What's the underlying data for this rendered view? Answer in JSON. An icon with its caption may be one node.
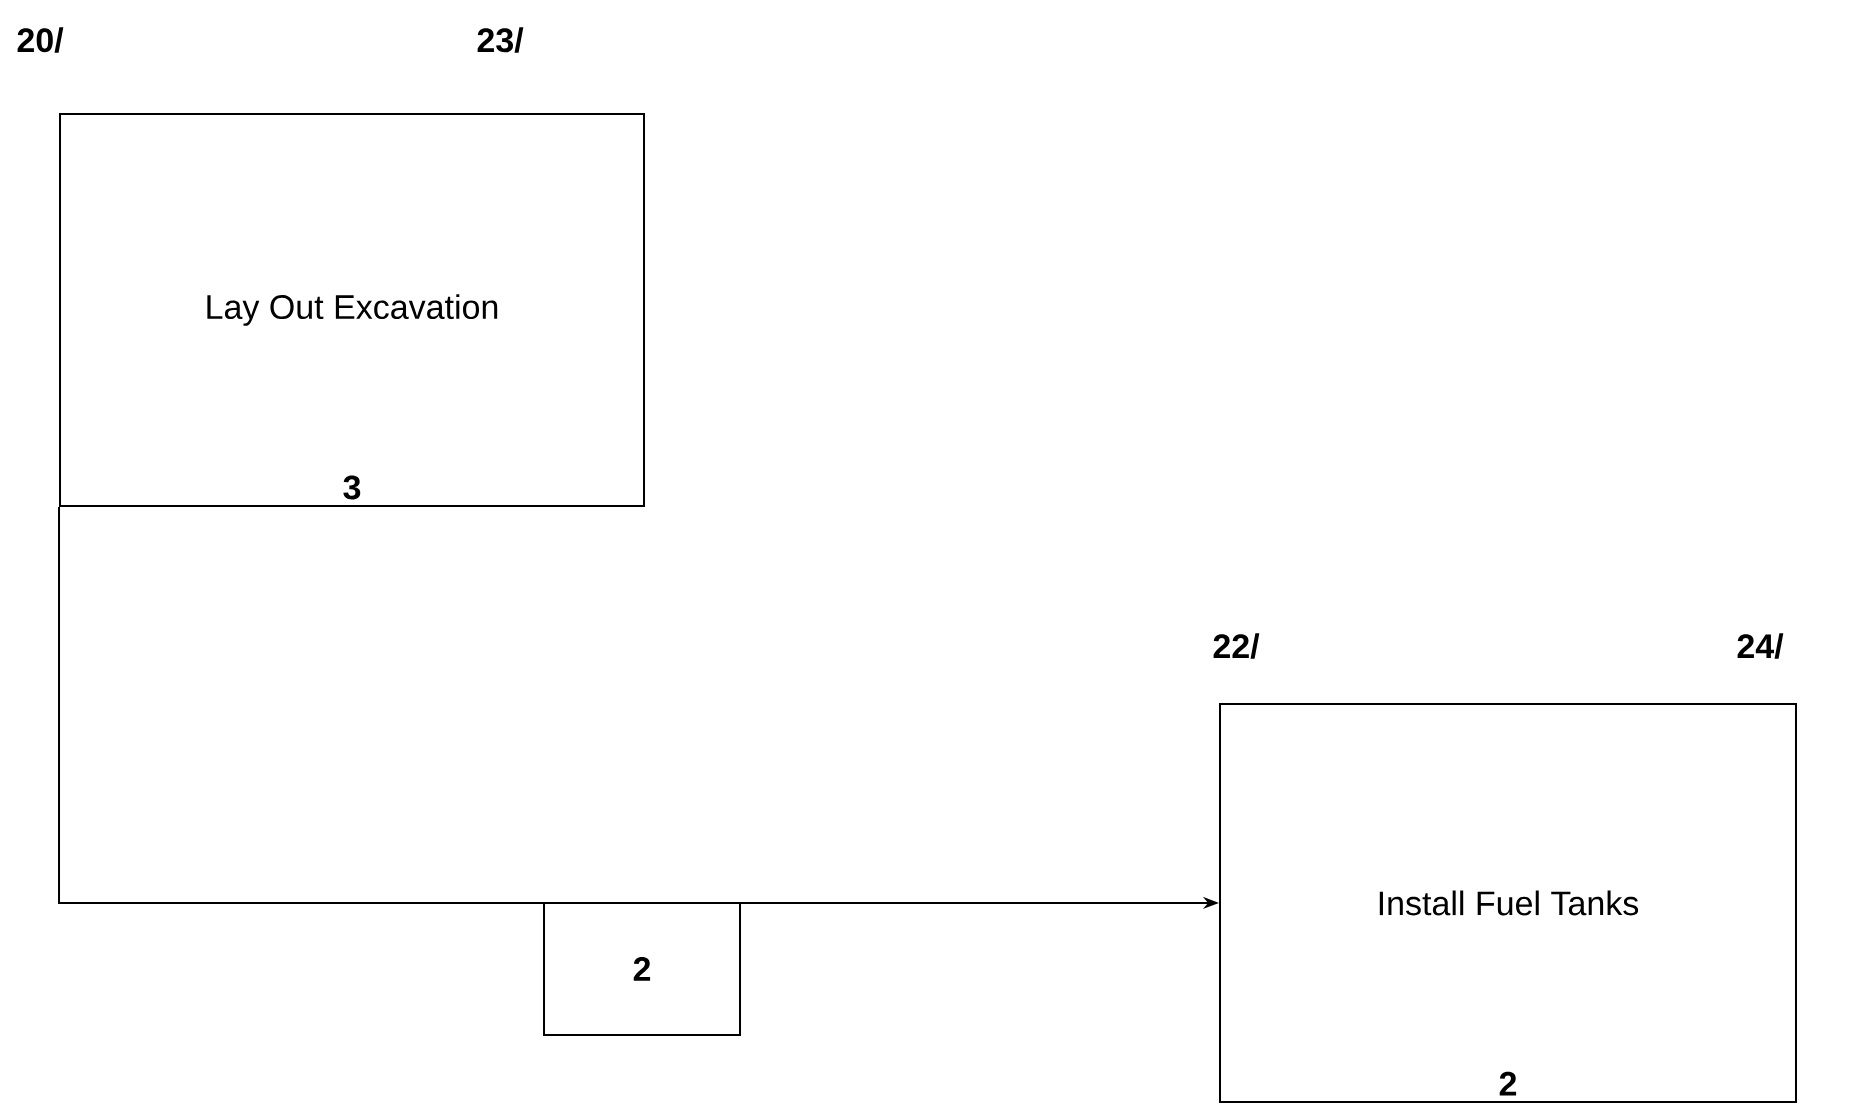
{
  "diagram": {
    "nodes": [
      {
        "text": [
          "Lay Out Excavation",
          "3"
        ],
        "beside": [
          "20/",
          "23/"
        ]
      },
      {
        "text": [
          "Install Fuel Tanks",
          "2"
        ],
        "beside": [
          "22/",
          "24/"
        ]
      }
    ],
    "edges": [
      {
        "from": 0,
        "to": 1,
        "arrow": "to",
        "label": "2"
      }
    ]
  }
}
